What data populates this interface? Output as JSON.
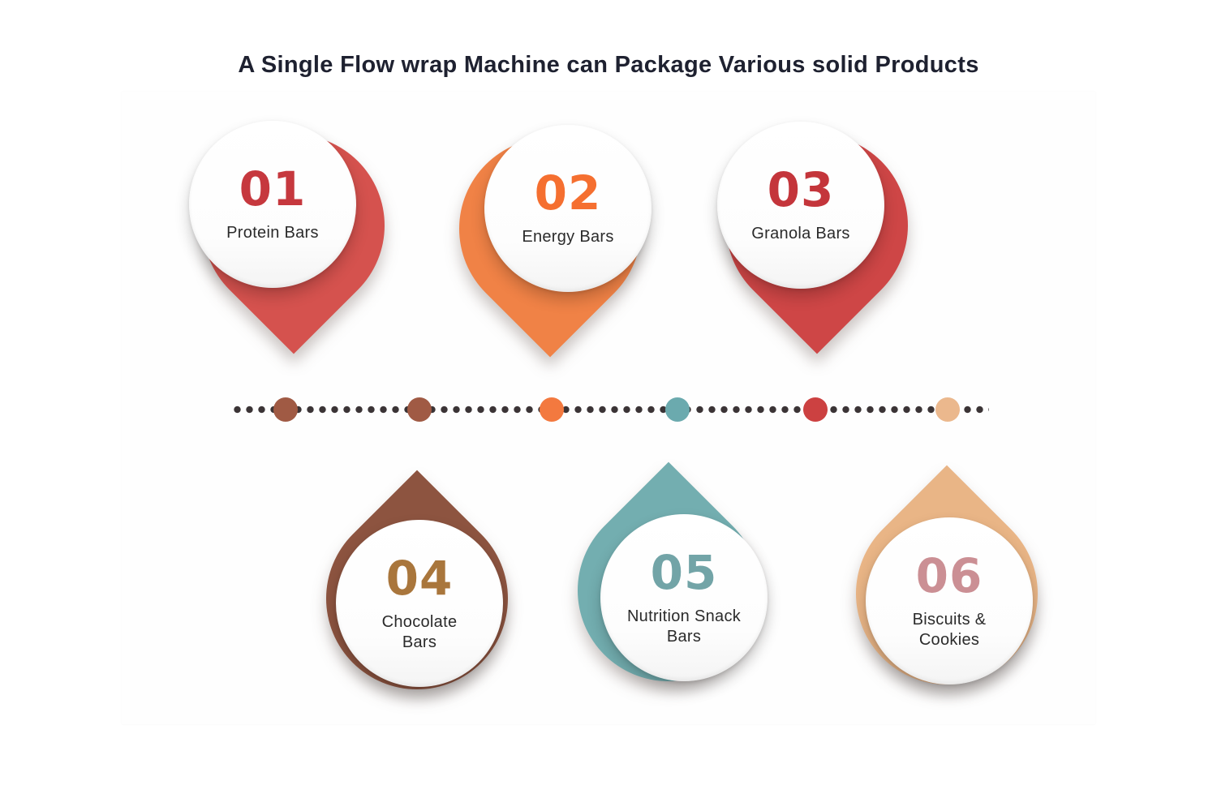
{
  "title": {
    "text": "A Single Flow wrap Machine can Package Various solid Products",
    "color": "#1e2130"
  },
  "items": [
    {
      "number": "01",
      "label": "Protein Bars",
      "pin_color": "#d5524e",
      "number_color": "#c6383e",
      "direction": "down"
    },
    {
      "number": "02",
      "label": "Energy Bars",
      "pin_color": "#f08246",
      "number_color": "#f56f30",
      "direction": "down"
    },
    {
      "number": "03",
      "label": "Granola Bars",
      "pin_color": "#ce4646",
      "number_color": "#c4353b",
      "direction": "down"
    },
    {
      "number": "04",
      "label": "Chocolate Bars",
      "pin_color": "#8d5440",
      "number_color": "#a9763c",
      "direction": "up"
    },
    {
      "number": "05",
      "label": "Nutrition Snack Bars",
      "pin_color": "#73aeb0",
      "number_color": "#72a4a7",
      "direction": "up"
    },
    {
      "number": "06",
      "label": "Biscuits & Cookies",
      "pin_color": "#e9b586",
      "number_color": "#cb8f94",
      "direction": "up"
    }
  ],
  "timeline": {
    "small_dot_color": "#3b3436",
    "marker_colors": [
      "#a05a44",
      "#a05a44",
      "#f3793f",
      "#6baaae",
      "#cc4141",
      "#ebb88d"
    ]
  }
}
